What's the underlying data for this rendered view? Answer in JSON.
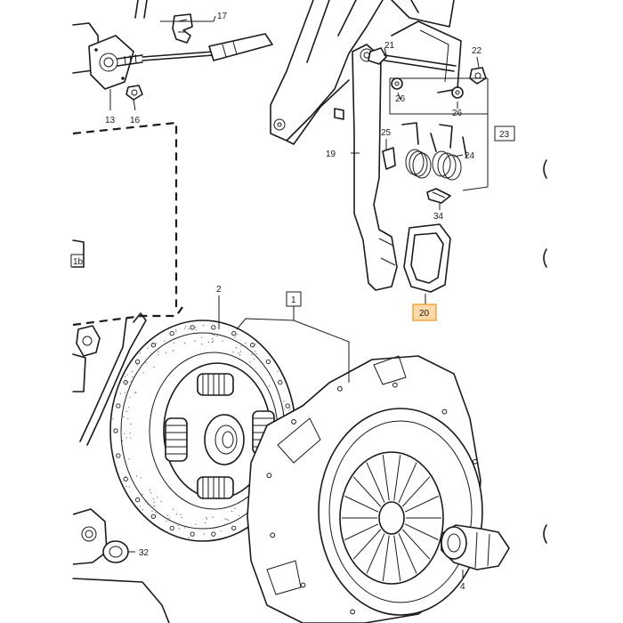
{
  "parts": {
    "p1": "1",
    "p1b": "1b",
    "p2": "2",
    "p4": "4",
    "p13": "13",
    "p16": "16",
    "p17": "17",
    "p19": "19",
    "p20": "20",
    "p21": "21",
    "p22": "22",
    "p23": "23",
    "p24": "24",
    "p25": "25",
    "p26a": "26",
    "p26b": "26",
    "p32": "32",
    "p34": "34"
  },
  "colors": {
    "highlight_fill": "#fcd9a6",
    "highlight_stroke": "#f0a640",
    "ink": "#1a1a1a"
  }
}
